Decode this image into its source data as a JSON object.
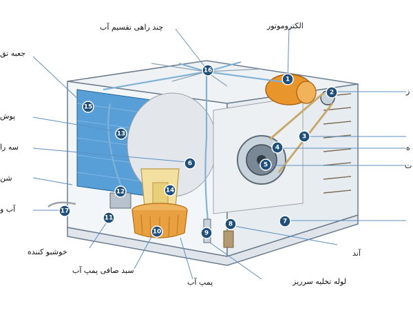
{
  "labels": {
    "chand_rahi": "چند راهی تقسیم آب",
    "electromotor": "الکتروموتور",
    "jabe_taghsim": "جعبه تق",
    "pushal": "پوش",
    "se_rahi": "سه را",
    "shenavar": "شن",
    "ab_vorudi": "آب و",
    "khoshbu": "خوشبو کننده",
    "sabad_safi": "سبد صافی پمپ آب",
    "pomp_ab": "پمپ آب",
    "lule_takhlie": "لوله تخلیه سرریز",
    "anod": "آند",
    "right_1": "ز",
    "right_2": "ه",
    "right_3": "ت"
  },
  "markers": [
    "1",
    "2",
    "3",
    "4",
    "5",
    "6",
    "7",
    "8",
    "9",
    "10",
    "11",
    "12",
    "13",
    "14",
    "15",
    "16",
    "17"
  ],
  "colors": {
    "marker": "#1f4e79",
    "frame": "#6b7b8c",
    "pad": "#3d8fd1",
    "pulley": "#e8952b",
    "basket": "#e8a040",
    "leader": "#5b8fc0"
  }
}
